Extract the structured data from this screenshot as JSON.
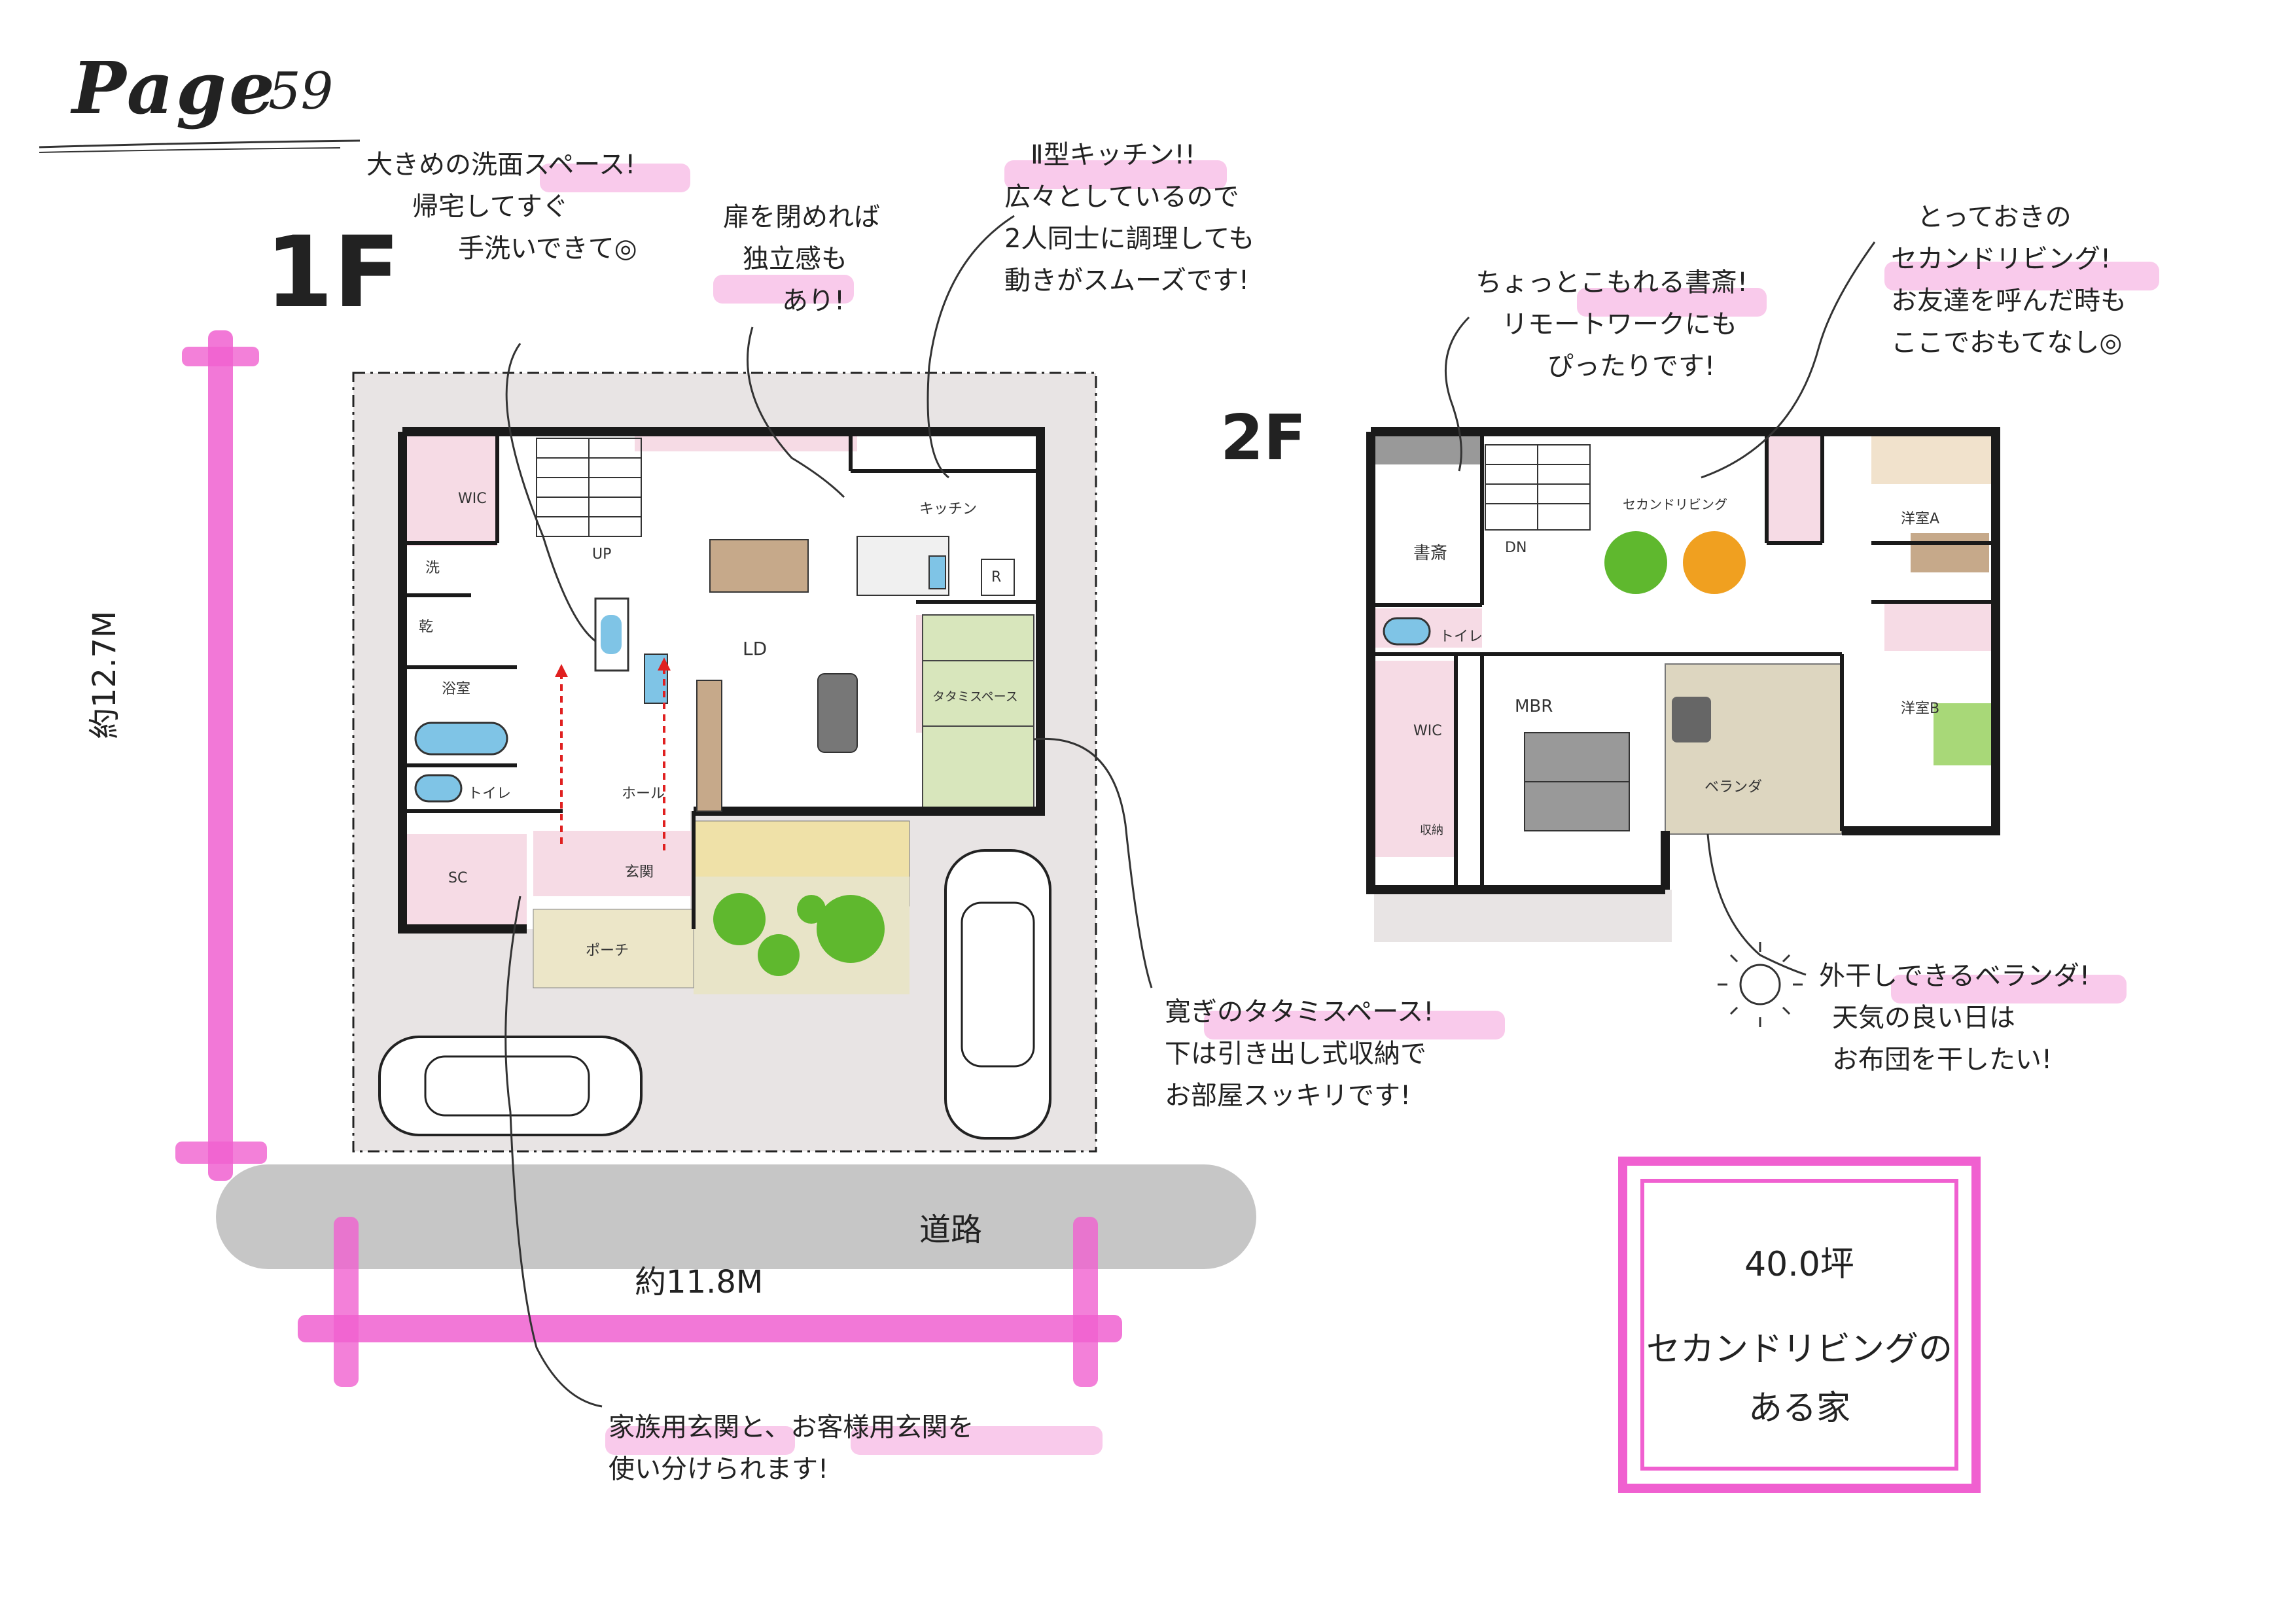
{
  "page": {
    "title": "Page",
    "number": "59"
  },
  "floor1": {
    "label": "1F",
    "rooms": {
      "wic": "WIC",
      "up": "UP",
      "wash": "洗",
      "dry": "乾",
      "bath": "浴室",
      "toilet": "トイレ",
      "sc": "SC",
      "entrance": "玄関",
      "porch": "ポーチ",
      "hall": "ホール",
      "ld": "LD",
      "kitchen": "キッチン",
      "fridge": "R",
      "tatami": "タタミスペース"
    }
  },
  "floor2": {
    "label": "2F",
    "rooms": {
      "study": "書斎",
      "dn": "DN",
      "second_living": "セカンドリビング",
      "western_a": "洋室A",
      "toilet": "トイレ",
      "wic": "WIC",
      "mbr": "MBR",
      "veranda": "ベランダ",
      "western_b": "洋室B",
      "closet": "収納"
    }
  },
  "dimensions": {
    "depth": "約12.7M",
    "width": "約11.8M",
    "road": "道路"
  },
  "notes": {
    "washroom": {
      "l1": "大きめの洗面スペース!",
      "l2": "帰宅してすぐ",
      "l3": "手洗いできて◎"
    },
    "door": {
      "l1": "扉を閉めれば",
      "l2": "独立感も",
      "l3": "あり!"
    },
    "kitchen": {
      "l1": "Ⅱ型キッチン!!",
      "l2": "広々としているので",
      "l3": "2人同士に調理しても",
      "l4": "動きがスムーズです!"
    },
    "study": {
      "l1": "ちょっとこもれる書斎!",
      "l2": "リモートワークにも",
      "l3": "ぴったりです!"
    },
    "second_living": {
      "l1": "とっておきの",
      "l2": "セカンドリビング!",
      "l3": "お友達を呼んだ時も",
      "l4": "ここでおもてなし◎"
    },
    "tatami": {
      "l1": "寛ぎのタタミスペース!",
      "l2": "下は引き出し式収納で",
      "l3": "お部屋スッキリです!"
    },
    "veranda": {
      "l1": "外干しできるベランダ!",
      "l2": "天気の良い日は",
      "l3": "お布団を干したい!"
    },
    "entrance": {
      "l1": "家族用玄関と、お客様用玄関を",
      "l2": "使い分けられます!"
    }
  },
  "summary": {
    "area": "40.0坪",
    "line1": "セカンドリビングの",
    "line2": "ある家"
  },
  "colors": {
    "accent_pink": "#f060d0",
    "highlight": "#f7b8e4",
    "wall": "#1a1a1a",
    "lot": "#e8e4e4",
    "room_pink": "#f6dbe5",
    "tatami": "#d8e6bc",
    "garden": "#5fb82e",
    "road": "#c6c6c6"
  }
}
